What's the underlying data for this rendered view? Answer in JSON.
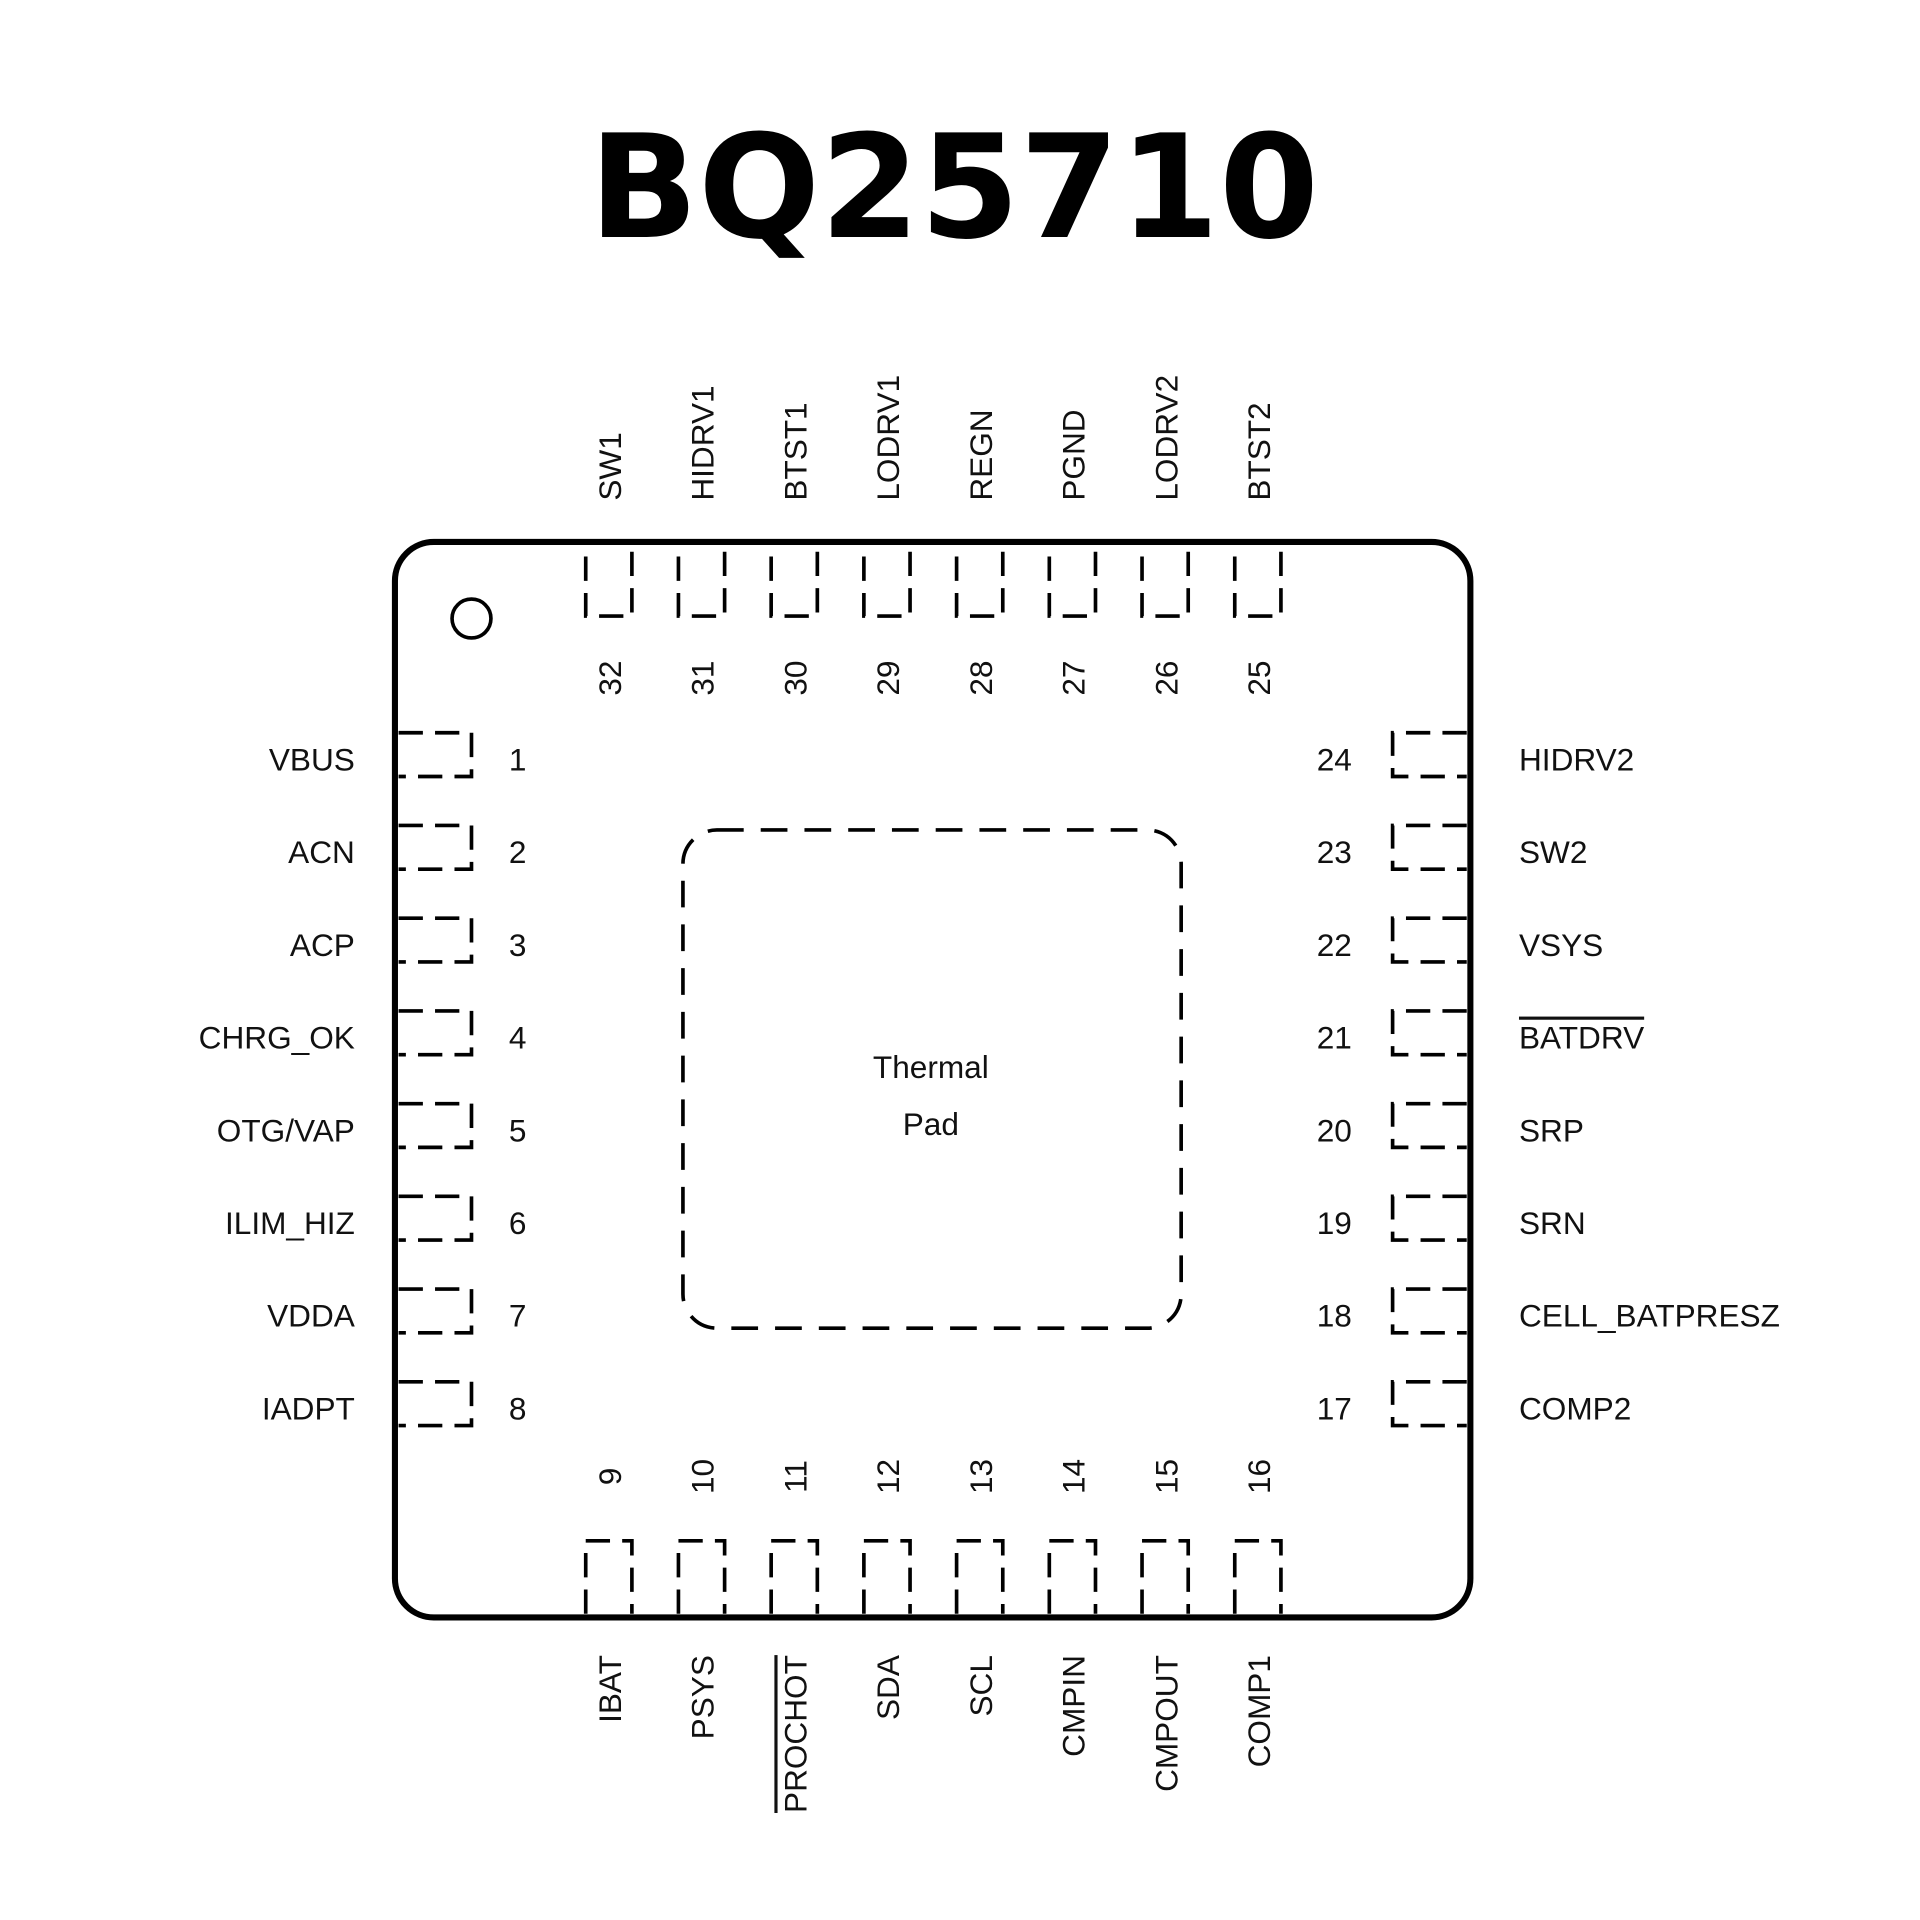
{
  "title": "BQ25710",
  "thermal_pad": {
    "line1": "Thermal",
    "line2": "Pad"
  },
  "pins": {
    "left": [
      {
        "n": "1",
        "name": "VBUS"
      },
      {
        "n": "2",
        "name": "ACN"
      },
      {
        "n": "3",
        "name": "ACP"
      },
      {
        "n": "4",
        "name": "CHRG_OK"
      },
      {
        "n": "5",
        "name": "OTG/VAP"
      },
      {
        "n": "6",
        "name": "ILIM_HIZ"
      },
      {
        "n": "7",
        "name": "VDDA"
      },
      {
        "n": "8",
        "name": "IADPT"
      }
    ],
    "bottom": [
      {
        "n": "9",
        "name": "IBAT"
      },
      {
        "n": "10",
        "name": "PSYS"
      },
      {
        "n": "11",
        "name": "PROCHOT",
        "overline": true
      },
      {
        "n": "12",
        "name": "SDA"
      },
      {
        "n": "13",
        "name": "SCL"
      },
      {
        "n": "14",
        "name": "CMPIN"
      },
      {
        "n": "15",
        "name": "CMPOUT"
      },
      {
        "n": "16",
        "name": "COMP1"
      }
    ],
    "right": [
      {
        "n": "24",
        "name": "HIDRV2"
      },
      {
        "n": "23",
        "name": "SW2"
      },
      {
        "n": "22",
        "name": "VSYS"
      },
      {
        "n": "21",
        "name": "BATDRV",
        "overline": true
      },
      {
        "n": "20",
        "name": "SRP"
      },
      {
        "n": "19",
        "name": "SRN"
      },
      {
        "n": "18",
        "name": "CELL_BATPRESZ"
      },
      {
        "n": "17",
        "name": "COMP2"
      }
    ],
    "top": [
      {
        "n": "32",
        "name": "SW1"
      },
      {
        "n": "31",
        "name": "HIDRV1"
      },
      {
        "n": "30",
        "name": "BTST1"
      },
      {
        "n": "29",
        "name": "LODRV1"
      },
      {
        "n": "28",
        "name": "REGN"
      },
      {
        "n": "27",
        "name": "PGND"
      },
      {
        "n": "26",
        "name": "LODRV2"
      },
      {
        "n": "25",
        "name": "BTST2"
      }
    ]
  }
}
